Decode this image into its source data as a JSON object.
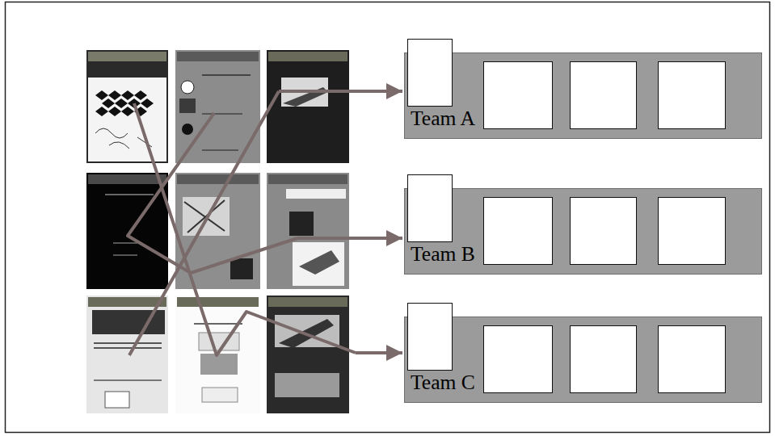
{
  "diagram": {
    "nodes": [
      {
        "text": [
          "Team A"
        ]
      },
      {
        "text": [
          "Team B"
        ]
      },
      {
        "text": [
          "Team C"
        ]
      }
    ]
  }
}
